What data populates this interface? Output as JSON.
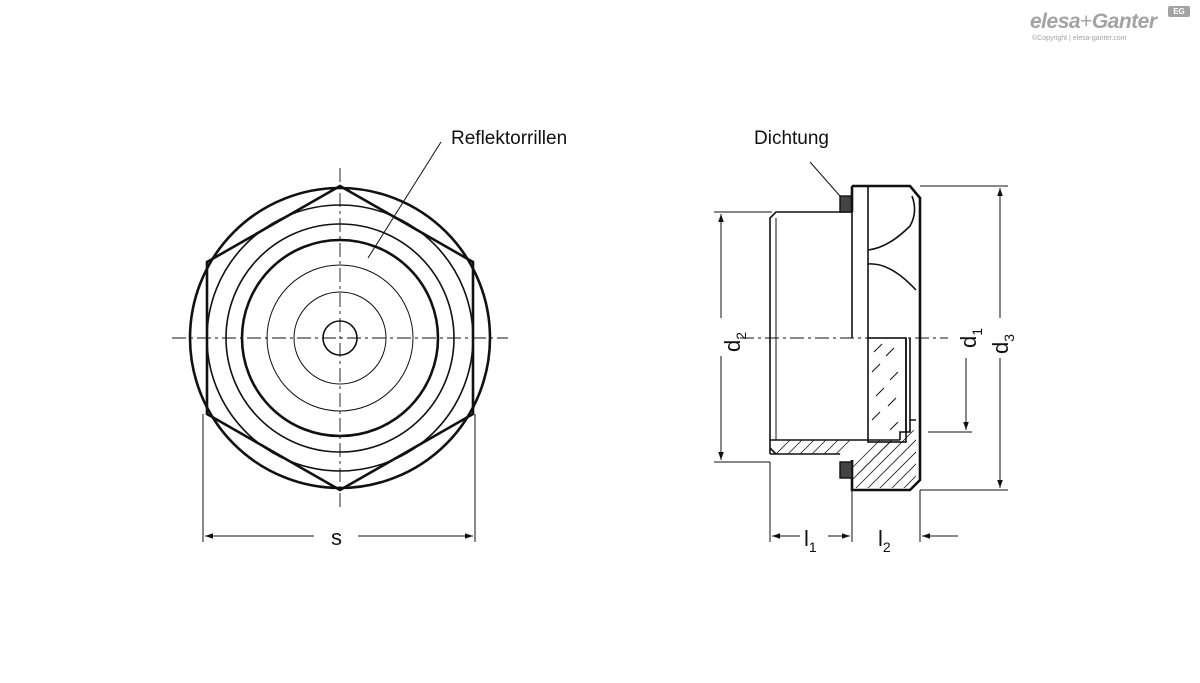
{
  "logo": {
    "brand_left": "elesa",
    "brand_plus": "+",
    "brand_right": "Ganter",
    "badge": "EG",
    "copyright": "©Copyright | elesa-ganter.com"
  },
  "labels": {
    "reflector_grooves": "Reflektorrillen",
    "seal": "Dichtung",
    "s": "s",
    "d1": "d",
    "d1_sub": "1",
    "d2": "d",
    "d2_sub": "2",
    "d3": "d",
    "d3_sub": "3",
    "l1": "l",
    "l1_sub": "1",
    "l2": "l",
    "l2_sub": "2"
  }
}
